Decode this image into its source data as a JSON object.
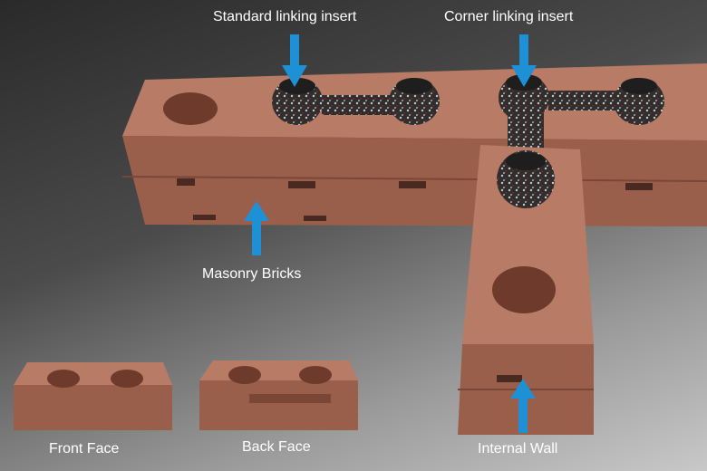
{
  "labels": {
    "standard_linking_insert": "Standard linking insert",
    "corner_linking_insert": "Corner linking insert",
    "masonry_bricks": "Masonry Bricks",
    "internal_wall": "Internal Wall",
    "front_face": "Front Face",
    "back_face": "Back Face"
  },
  "colors": {
    "arrow": "#1e90d6",
    "brick_top": "#b77b66",
    "brick_front": "#9a5f4b",
    "brick_dark": "#7a4636",
    "insert": "#3a3a3a"
  }
}
